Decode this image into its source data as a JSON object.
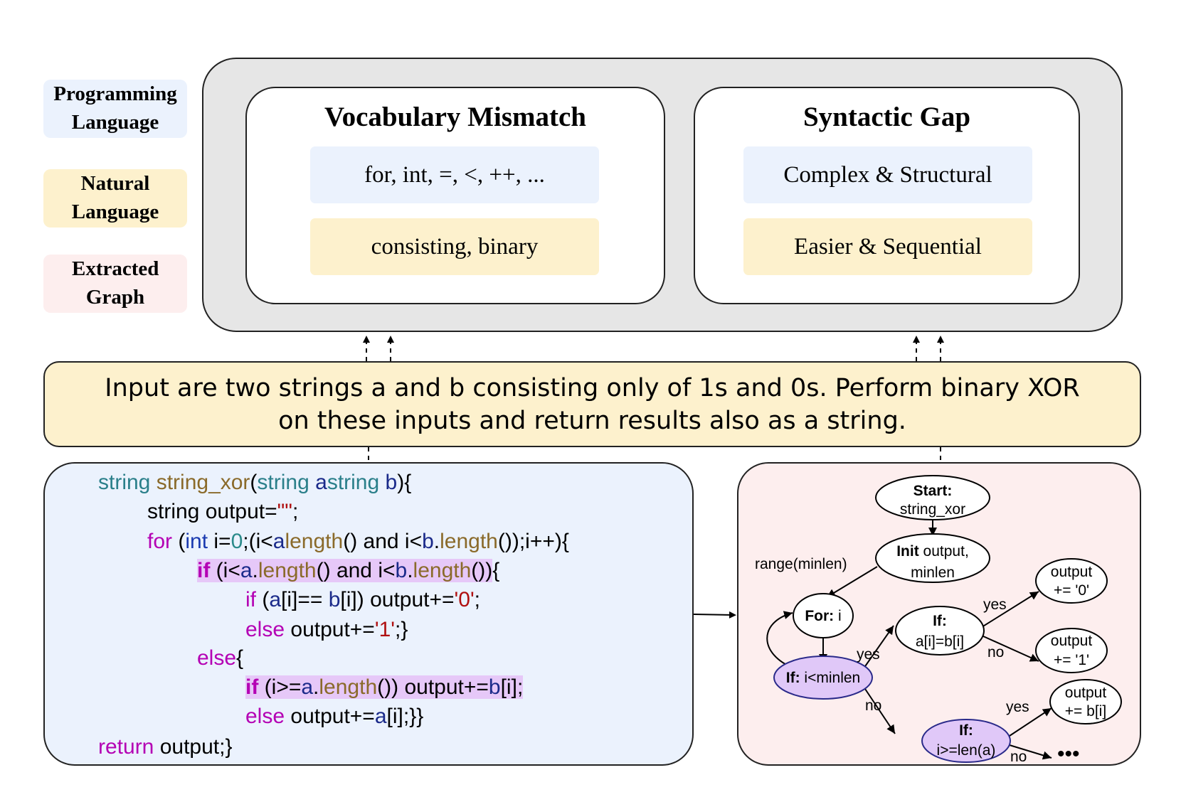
{
  "legend": {
    "programming": "Programming Language",
    "natural": "Natural Language",
    "graph": "Extracted Graph"
  },
  "vocab": {
    "title": "Vocabulary Mismatch",
    "pl": "for, int, =, <, ++, ...",
    "nl": "consisting, binary"
  },
  "syntax": {
    "title": "Syntactic Gap",
    "pl": "Complex & Structural",
    "nl": "Easier & Sequential"
  },
  "nl_text": {
    "line1": "Input are two strings a and b consisting only of 1s and 0s. Perform binary XOR",
    "line2": "on these inputs and return results also as a string."
  },
  "code": {
    "l1": {
      "a": "string",
      "b": " ",
      "c": "string_xor",
      "d": "(",
      "e": "string",
      "f": " ",
      "g": "a",
      ".": ", ",
      "h": "string",
      "i": " ",
      "j": "b",
      "k": "){"
    },
    "l2": {
      "a": "string output=",
      "b": "\"\"",
      "c": ";"
    },
    "l3": {
      "a": "for",
      "b": " (",
      "c": "int",
      "d": " i=",
      "e": "0",
      "f": ";(i<",
      "g": "a",
      ".": ".",
      "h": "length",
      "i": "() and i<",
      "j": "b",
      "k": ".",
      "l": "length",
      "m": "());i++){"
    },
    "l4": {
      "a": "if",
      "b": " (i<",
      "c": "a",
      "d": ".",
      "e": "length",
      "f": "() and i<",
      "g": "b",
      "h": ".",
      "i": "length",
      "j": "())",
      "k": "{"
    },
    "l5": {
      "a": "if",
      "b": " (",
      "c": "a",
      "d": "[i]== ",
      "e": "b",
      "f": "[i]) output+=",
      "g": "'0'",
      "h": ";"
    },
    "l6": {
      "a": "else",
      "b": " output+=",
      "c": "'1'",
      "d": ";}"
    },
    "l7": {
      "a": "else",
      "b": "{"
    },
    "l8": {
      "a": "if",
      "b": " (i>=",
      "c": "a",
      "d": ".",
      "e": "length",
      "f": "()) output+=",
      "g": "b",
      "h": "[i]",
      ";": ";"
    },
    "l9": {
      "a": "else",
      "b": " output+=",
      "c": "a",
      "d": "[i];}}"
    },
    "l10": {
      "a": "return",
      "b": " output;}"
    }
  },
  "graph": {
    "start_bold": "Start:",
    "start_sub": "string_xor",
    "init_bold": "Init",
    "init_rest": " output,",
    "init_sub": "minlen",
    "range_label": "range(minlen)",
    "for_bold": "For:",
    "for_rest": " i",
    "ifmin_bold": "If:",
    "ifmin_rest": " i<minlen",
    "ifeq_bold": "If:",
    "ifeq_sub": "a[i]=b[i]",
    "ifge_bold": "If:",
    "ifge_sub": "i>=len(a)",
    "out0_a": "output",
    "out0_b": "+= '0'",
    "out1_a": "output",
    "out1_b": "+= '1'",
    "outb_a": "output",
    "outb_b": "+= b[i]",
    "yes1": "yes",
    "no1": "no",
    "yes2": "yes",
    "no2": "no",
    "yes3": "yes",
    "no3": "no",
    "dots": "•••"
  },
  "colors": {
    "pl_bg": "#ebf2fd",
    "nl_bg": "#fdf1cd",
    "graph_bg": "#fdeeee",
    "outer_bg": "#e6e6e6",
    "highlight": "#e6c8f8",
    "node_purple": "#e0c8f8",
    "node_purple_stroke": "#2a2a8a"
  }
}
